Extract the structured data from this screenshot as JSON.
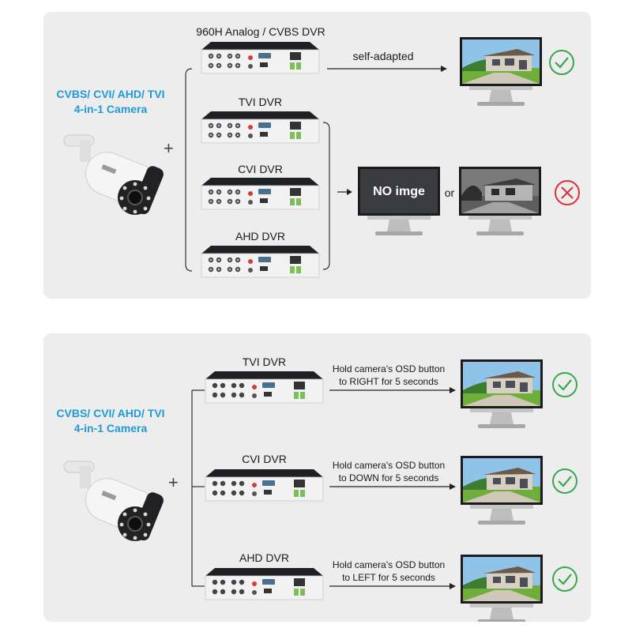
{
  "top_panel": {
    "camera_label": [
      "CVBS/ CVI/ AHD/ TVI",
      "4-in-1 Camera"
    ],
    "plus": "+",
    "dvr_labels": [
      "960H Analog / CVBS DVR",
      "TVI DVR",
      "CVI DVR",
      "AHD DVR"
    ],
    "adapted_label": "self-adapted",
    "no_image_text": "NO imge",
    "or_text": "or",
    "results": [
      "success",
      "failure"
    ]
  },
  "bottom_panel": {
    "camera_label": [
      "CVBS/ CVI/ AHD/ TVI",
      "4-in-1 Camera"
    ],
    "plus": "+",
    "rows": [
      {
        "dvr": "TVI DVR",
        "instruction": [
          "Hold camera's OSD button",
          "to RIGHT for 5 seconds"
        ],
        "result": "success"
      },
      {
        "dvr": "CVI DVR",
        "instruction": [
          "Hold camera's OSD button",
          "to DOWN for 5 seconds"
        ],
        "result": "success"
      },
      {
        "dvr": "AHD DVR",
        "instruction": [
          "Hold camera's OSD button",
          "to LEFT for 5 seconds"
        ],
        "result": "success"
      }
    ]
  },
  "colors": {
    "panel_bg": "#ededee",
    "accent_blue": "#1f9ad6",
    "check_green": "#3aa84a",
    "cross_red": "#e0303a",
    "dvr_body": "#2b2d31"
  },
  "icons": [
    "bullet-camera-icon",
    "dvr-recorder-icon",
    "monitor-icon",
    "check-circle-icon",
    "cross-circle-icon"
  ]
}
